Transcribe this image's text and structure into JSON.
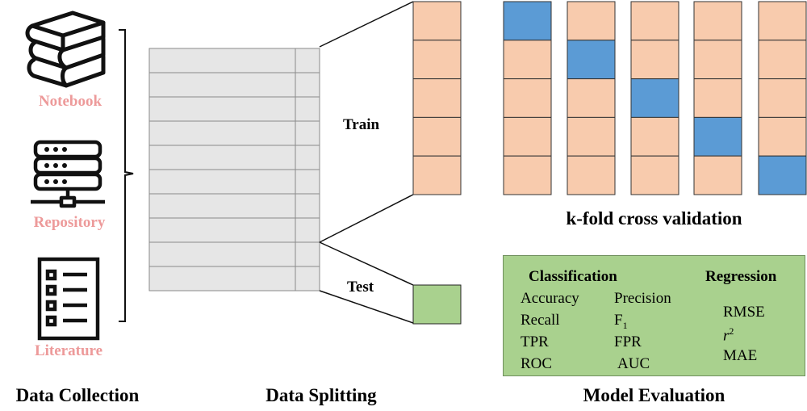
{
  "colors": {
    "train_block": "#f8cbad",
    "validation_block": "#5b9bd5",
    "test_block": "#a9d18e",
    "metric_box": "#a9d18e",
    "source_label": "#ed9a9a",
    "table_fill": "#e6e6e6"
  },
  "data_collection": {
    "title": "Data Collection",
    "sources": [
      {
        "label": "Notebook",
        "icon": "books-icon"
      },
      {
        "label": "Repository",
        "icon": "server-icon"
      },
      {
        "label": "Literature",
        "icon": "document-list-icon"
      }
    ]
  },
  "data_splitting": {
    "title": "Data Splitting",
    "table_rows": 10,
    "train_label": "Train",
    "test_label": "Test",
    "train_folds": 5
  },
  "model_evaluation": {
    "title": "Model Evaluation",
    "kfold_label": "k-fold cross validation",
    "k": 5,
    "classification": {
      "heading": "Classification",
      "metrics": [
        "Accuracy",
        "Precision",
        "Recall",
        "F",
        "TPR",
        "FPR",
        "ROC",
        "AUC"
      ],
      "f_subscript": "1"
    },
    "regression": {
      "heading": "Regression",
      "metrics": [
        "RMSE",
        "r",
        "MAE"
      ],
      "r_superscript": "2"
    }
  }
}
